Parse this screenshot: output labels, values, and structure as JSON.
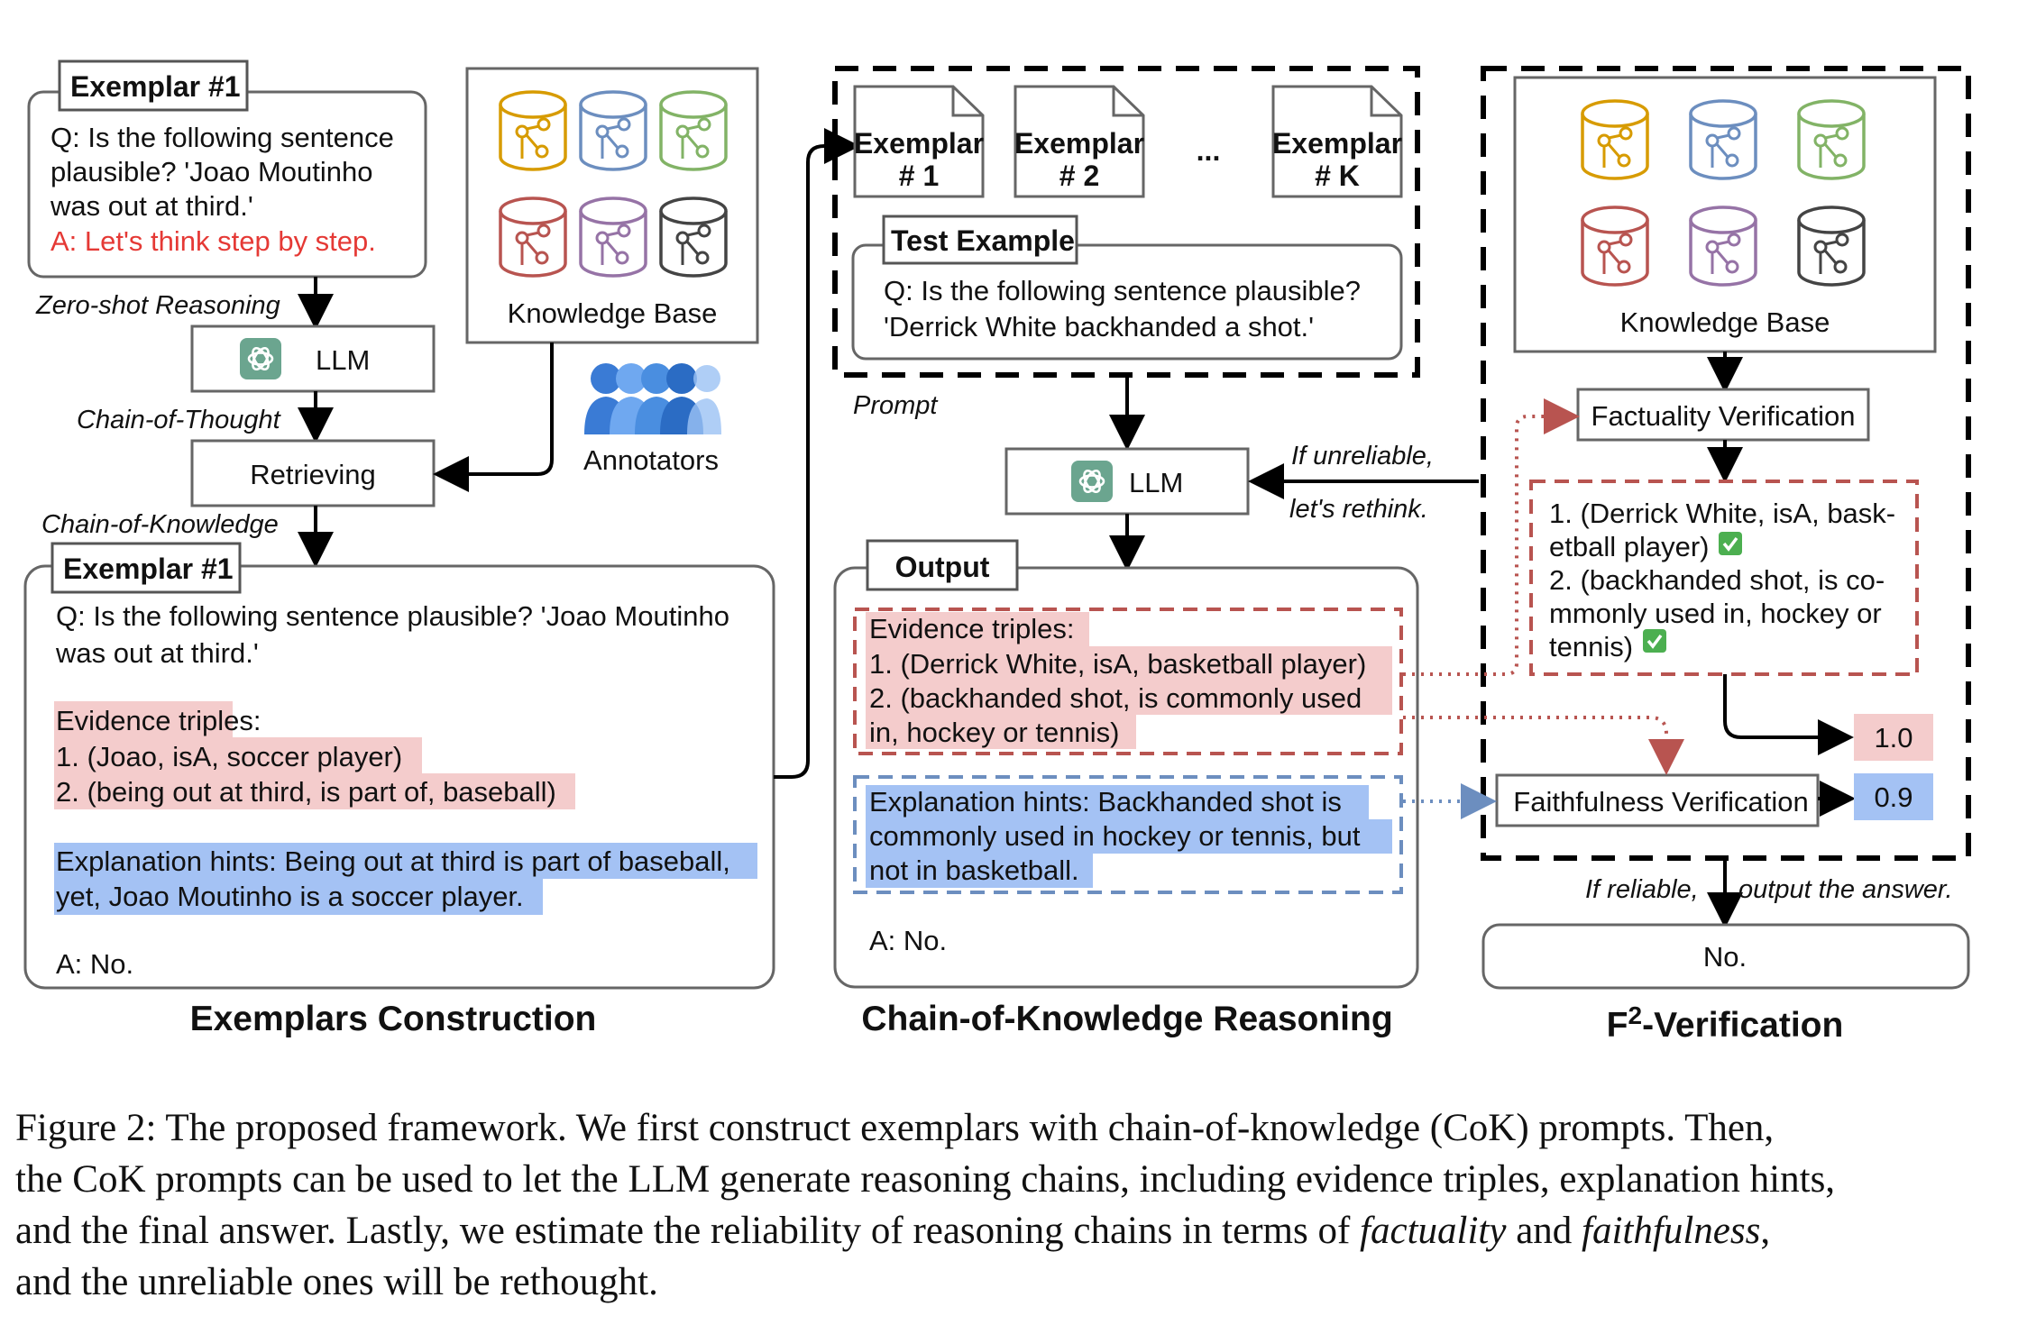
{
  "colors": {
    "evidence_highlight": "#f4cccc",
    "hints_highlight": "#a4c2f4",
    "evidence_border": "#b85450",
    "hints_border": "#6c8ebf",
    "red_text": "#e53935",
    "check_green": "#4caf50",
    "db_colors": [
      "#d79b00",
      "#6c8ebf",
      "#82b366",
      "#b85450",
      "#9673a6",
      "#444444"
    ]
  },
  "sections": {
    "exemplars": "Exemplars Construction",
    "reasoning": "Chain-of-Knowledge Reasoning",
    "verification_prefix": "F",
    "verification_sup": "2",
    "verification_suffix": "-Verification"
  },
  "exemplars_construction": {
    "exemplar_top": {
      "title": "Exemplar #1",
      "q_lines": [
        "Q: Is the following sentence",
        "plausible? 'Joao Moutinho",
        "was out at third.'"
      ],
      "a_line": "A: Let's think step by step."
    },
    "knowledge_base_label": "Knowledge Base",
    "annotators_label": "Annotators",
    "zero_shot_label": "Zero-shot Reasoning",
    "llm_label": "LLM",
    "cot_label": "Chain-of-Thought",
    "retrieving_label": "Retrieving",
    "cok_label": "Chain-of-Knowledge",
    "exemplar_bottom": {
      "title": "Exemplar #1",
      "q_lines": [
        "Q: Is the following sentence plausible? 'Joao Moutinho",
        "was out at third.'"
      ],
      "evidence_lines": [
        "Evidence triples:",
        "1. (Joao, isA, soccer player)",
        "2. (being out at third, is part of, baseball)"
      ],
      "hint_lines": [
        "Explanation hints: Being out at third is part of baseball,",
        "yet, Joao Moutinho is a soccer player."
      ],
      "answer": "A: No."
    }
  },
  "reasoning": {
    "exemplars": [
      {
        "line1": "Exemplar",
        "line2": "# 1"
      },
      {
        "line1": "Exemplar",
        "line2": "# 2"
      },
      {
        "line1": "Exemplar",
        "line2": "# K"
      }
    ],
    "ellipsis": "...",
    "test_title": "Test Example",
    "test_lines": [
      "Q: Is the following sentence plausible?",
      "'Derrick White backhanded a shot.'"
    ],
    "prompt_label": "Prompt",
    "llm_label": "LLM",
    "output_title": "Output",
    "evidence_lines": [
      "Evidence triples:",
      "1. (Derrick White, isA, basketball player)",
      "2. (backhanded shot, is commonly used",
      "in, hockey or tennis)"
    ],
    "hint_lines": [
      "Explanation hints: Backhanded shot is",
      "commonly used in hockey or tennis, but",
      "not in basketball."
    ],
    "answer": "A: No.",
    "unreliable_line1": "If unreliable,",
    "unreliable_line2": "let's rethink."
  },
  "verification": {
    "knowledge_base_label": "Knowledge Base",
    "factuality_label": "Factuality Verification",
    "fact_lines": [
      "1. (Derrick White, isA, bask-",
      "etball player)",
      "2. (backhanded shot, is co-",
      "mmonly used in, hockey or",
      "tennis)"
    ],
    "faithfulness_label": "Faithfulness Verification",
    "factuality_score": "1.0",
    "faithfulness_score": "0.9",
    "reliable_left": "If reliable,",
    "reliable_right": "output the answer.",
    "final_answer": "No."
  },
  "caption": {
    "line1": "Figure 2: The proposed framework. We first construct exemplars with chain-of-knowledge (CoK) prompts. Then,",
    "line2": "the CoK prompts can be used to let the LLM generate reasoning chains, including evidence triples, explanation hints,",
    "line3_a": "and the final answer. Lastly, we estimate the reliability of reasoning chains in terms of ",
    "line3_b": "factuality",
    "line3_c": " and ",
    "line3_d": "faithfulness",
    "line3_e": ",",
    "line4": "and the unreliable ones will be rethought."
  }
}
